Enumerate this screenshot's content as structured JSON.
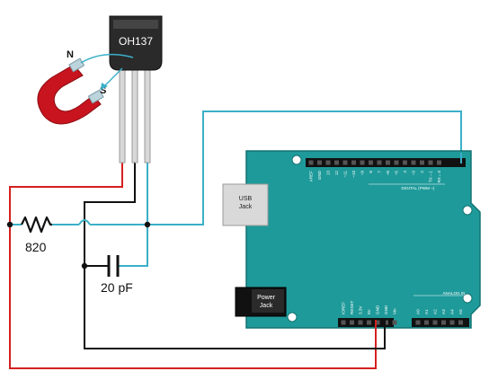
{
  "sensor": {
    "label": "OH137"
  },
  "magnet": {
    "north_label": "N",
    "south_label": "S"
  },
  "resistor": {
    "label": "820"
  },
  "capacitor": {
    "label": "20 pF"
  },
  "board": {
    "usb_label_line1": "USB",
    "usb_label_line2": "Jack",
    "power_label_line1": "Power",
    "power_label_line2": "Jack",
    "digital_label": "DIGITAL (PWM ~)",
    "analog_label": "ANALOG IN",
    "top_pin_labels": [
      "AREF",
      "GND",
      "13",
      "12",
      "~11",
      "~10",
      "~9",
      "8",
      "7",
      "~6",
      "~5",
      "4",
      "~3",
      "2",
      "TX→1",
      "RX←0"
    ],
    "power_pin_labels": [
      "IOREF",
      "RESET",
      "3.3V",
      "5V",
      "GND",
      "GND",
      "Vin"
    ],
    "analog_pin_labels": [
      "A0",
      "A1",
      "A2",
      "A3",
      "A4",
      "A5"
    ]
  },
  "colors": {
    "board": "#1f9a9a",
    "board_dark": "#137373",
    "wire_red": "#d42020",
    "wire_black": "#111111",
    "wire_cyan": "#3ab0c8",
    "magnet_red": "#c8141e",
    "sensor_body": "#2a2a2a"
  }
}
